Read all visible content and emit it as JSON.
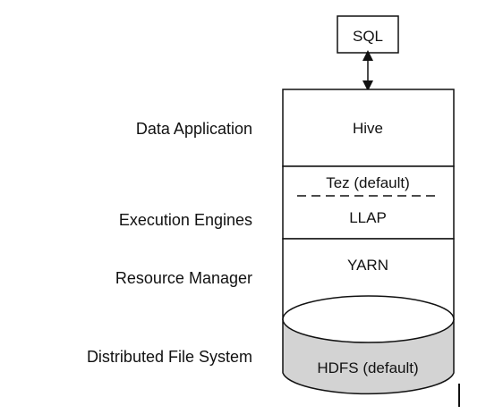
{
  "diagram": {
    "top_box": {
      "label": "SQL"
    },
    "stack": {
      "hive": "Hive",
      "tez": "Tez (default)",
      "llap": "LLAP",
      "yarn": "YARN",
      "hdfs": "HDFS (default)"
    },
    "side_labels": {
      "data_application": "Data Application",
      "execution_engines": "Execution Engines",
      "resource_manager": "Resource Manager",
      "distributed_file_system": "Distributed File System"
    }
  },
  "colors": {
    "stroke": "#111111",
    "hdfs_fill": "#d3d3d3",
    "cylinder_top_fill": "#ffffff"
  }
}
